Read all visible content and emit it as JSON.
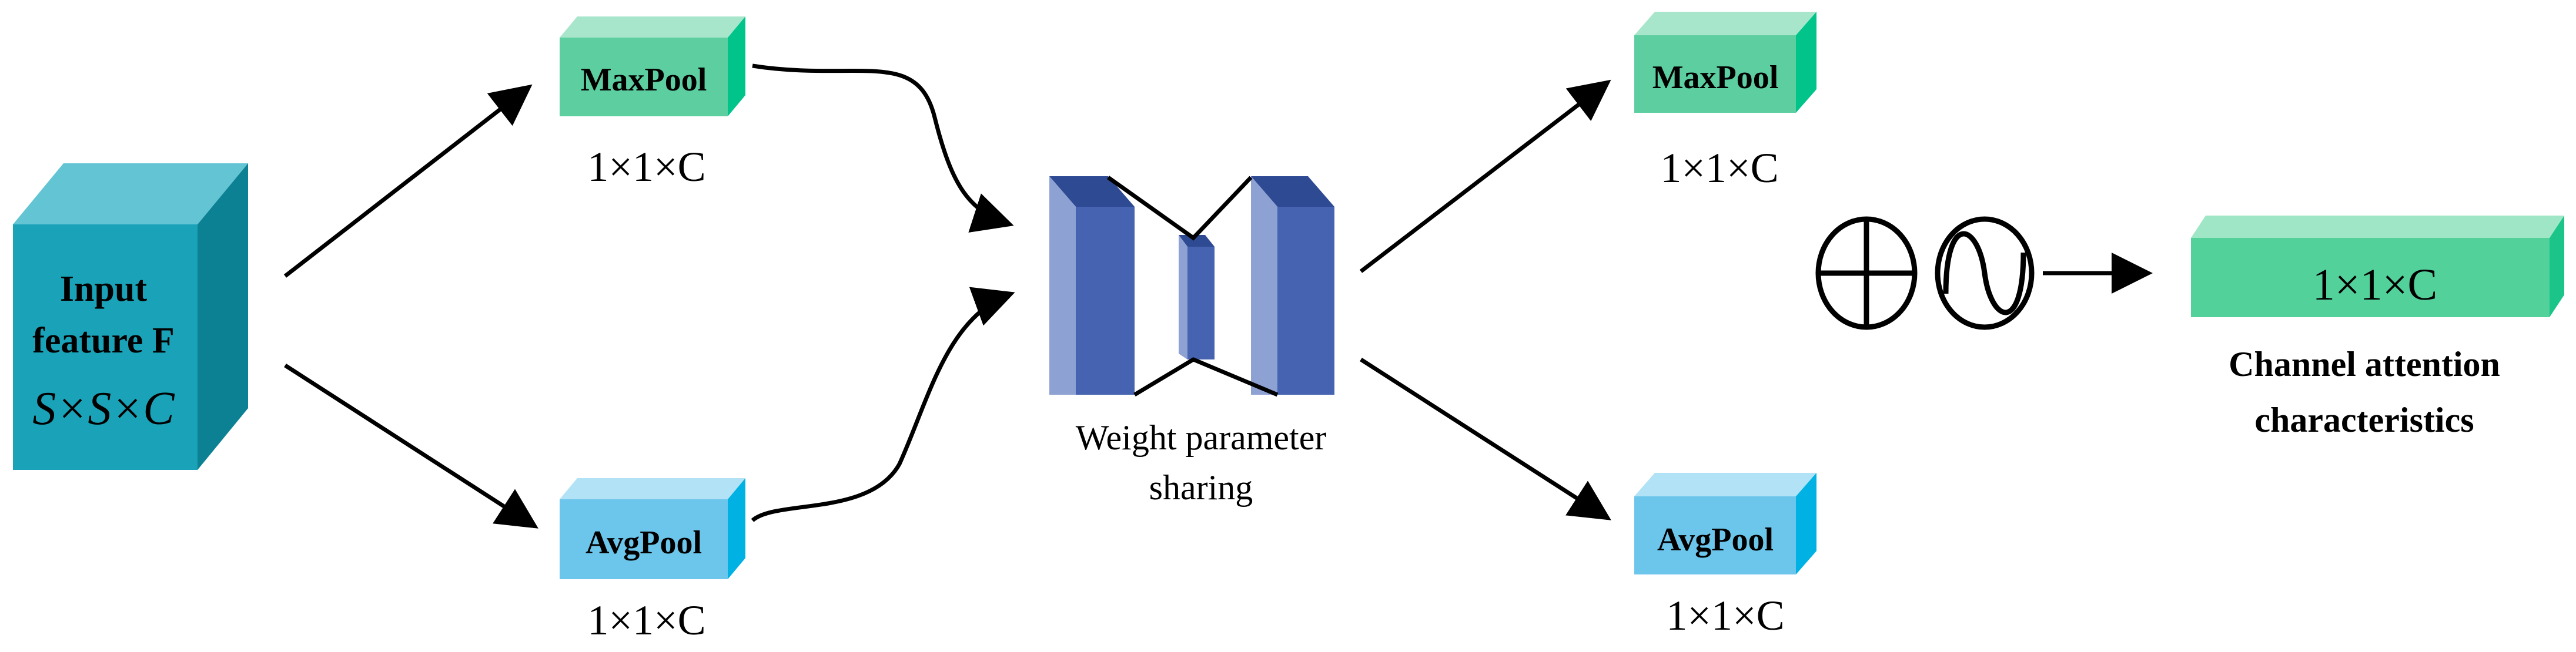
{
  "colors": {
    "input_front": "#1aa3b8",
    "input_top": "#63c5d3",
    "input_side": "#0d8194",
    "maxpool_front": "#5dcea0",
    "maxpool_top": "#a8e6cc",
    "maxpool_side": "#00c48a",
    "avgpool_front": "#6cc6ec",
    "avgpool_top": "#b1e2f6",
    "avgpool_side": "#00b1e3",
    "mlp_front": "#4563b0",
    "mlp_light": "#8ea1d3",
    "mlp_top": "#2e4a93",
    "output_front": "#52d19b",
    "output_top": "#9fe6c6",
    "output_side": "#1bc58a"
  },
  "input": {
    "label_line1": "Input",
    "label_line2": "feature F",
    "dims": "S×S×C"
  },
  "left_pools": {
    "maxpool_label": "MaxPool",
    "maxpool_dims": "1×1×C",
    "avgpool_label": "AvgPool",
    "avgpool_dims": "1×1×C"
  },
  "shared_mlp": {
    "caption_line1": "Weight parameter",
    "caption_line2": "sharing"
  },
  "right_pools": {
    "maxpool_label": "MaxPool",
    "maxpool_dims": "1×1×C",
    "avgpool_label": "AvgPool",
    "avgpool_dims": "1×1×C"
  },
  "operators": {
    "add_icon": "circled-plus",
    "sigmoid_icon": "circled-tilde"
  },
  "output": {
    "dims": "1×1×C",
    "caption_line1": "Channel attention",
    "caption_line2": "characteristics"
  }
}
